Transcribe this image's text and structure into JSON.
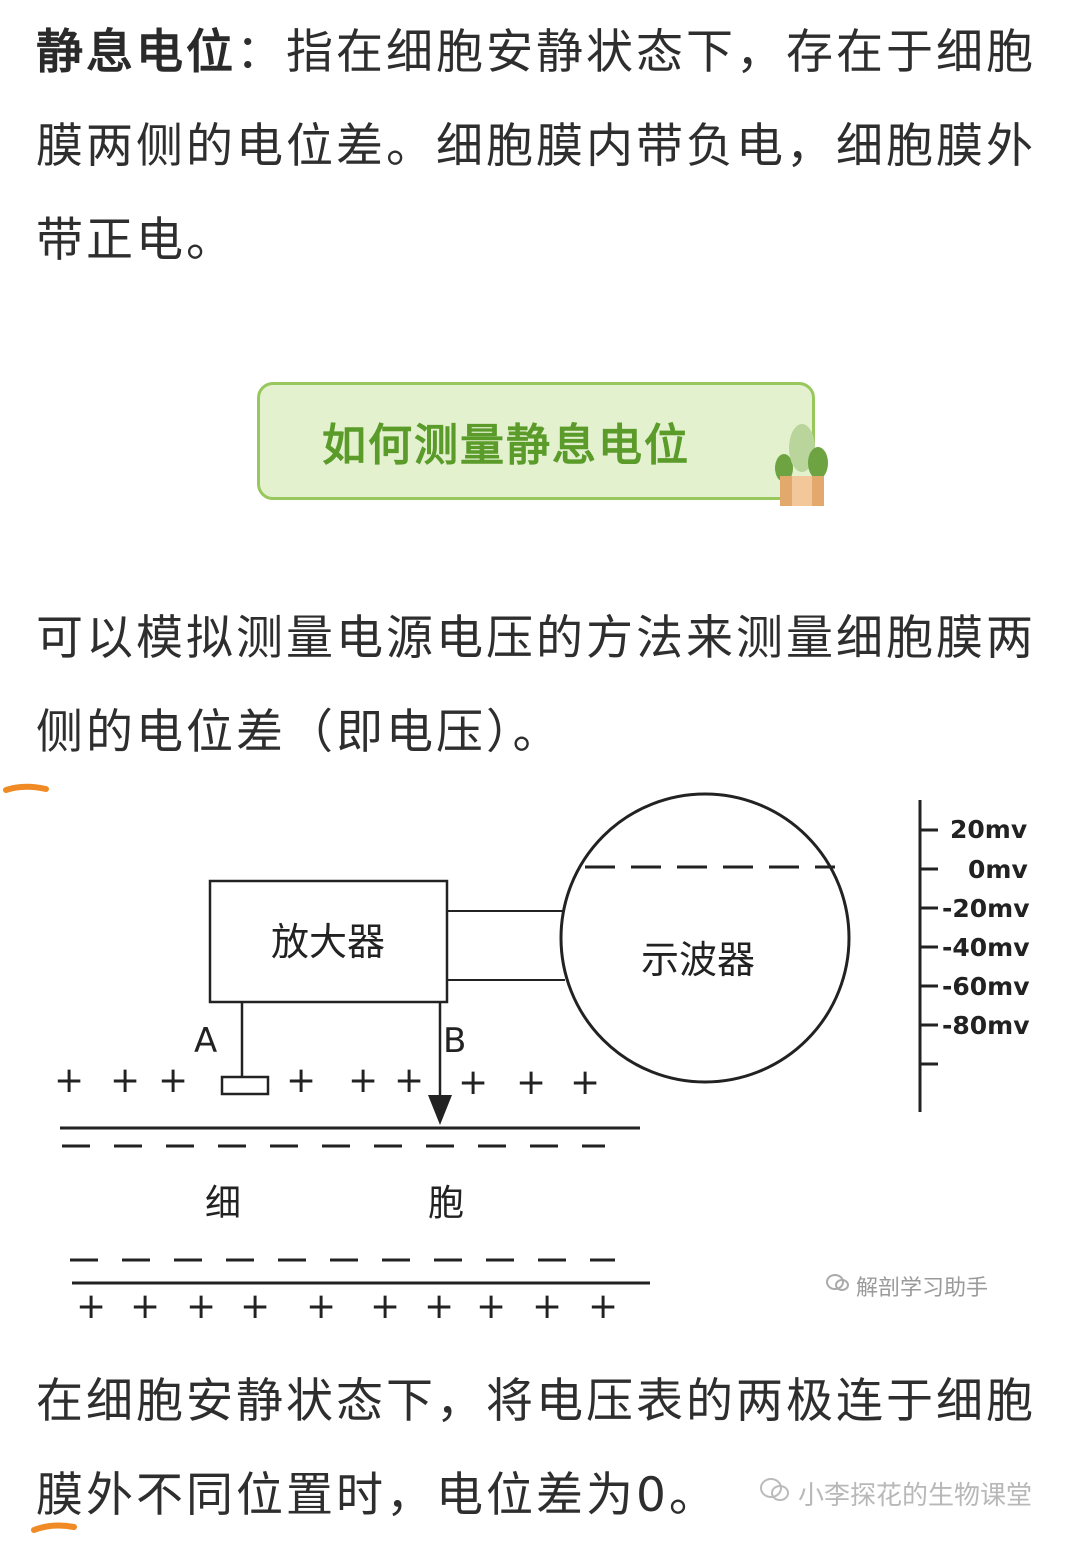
{
  "paragraph1": {
    "term": "静息电位",
    "text": "：指在细胞安静状态下，存在于细胞膜两侧的电位差。细胞膜内带负电，细胞膜外带正电。"
  },
  "section": {
    "title": "如何测量静息电位"
  },
  "paragraph2": "可以模拟测量电源电压的方法来测量细胞膜两侧的电位差（即电压）。",
  "figure": {
    "amplifier": "放大器",
    "oscilloscope": "示波器",
    "electrode_a": "A",
    "electrode_b": "B",
    "cell_label_1": "细",
    "cell_label_2": "胞",
    "plus": "+",
    "minus": "—",
    "scale": [
      "20mv",
      "0mv",
      "-20mv",
      "-40mv",
      "-60mv",
      "-80mv"
    ],
    "watermark": "解剖学习助手"
  },
  "paragraph3": "在细胞安静状态下，将电压表的两极连于细胞膜外不同位置时，电位差为0。",
  "footer_watermark": "小李探花的生物课堂",
  "colors": {
    "accent_green": "#5a9b2a",
    "box_bg": "#e3f1cf",
    "box_border": "#98c75e",
    "orange_mark": "#f08a24"
  }
}
